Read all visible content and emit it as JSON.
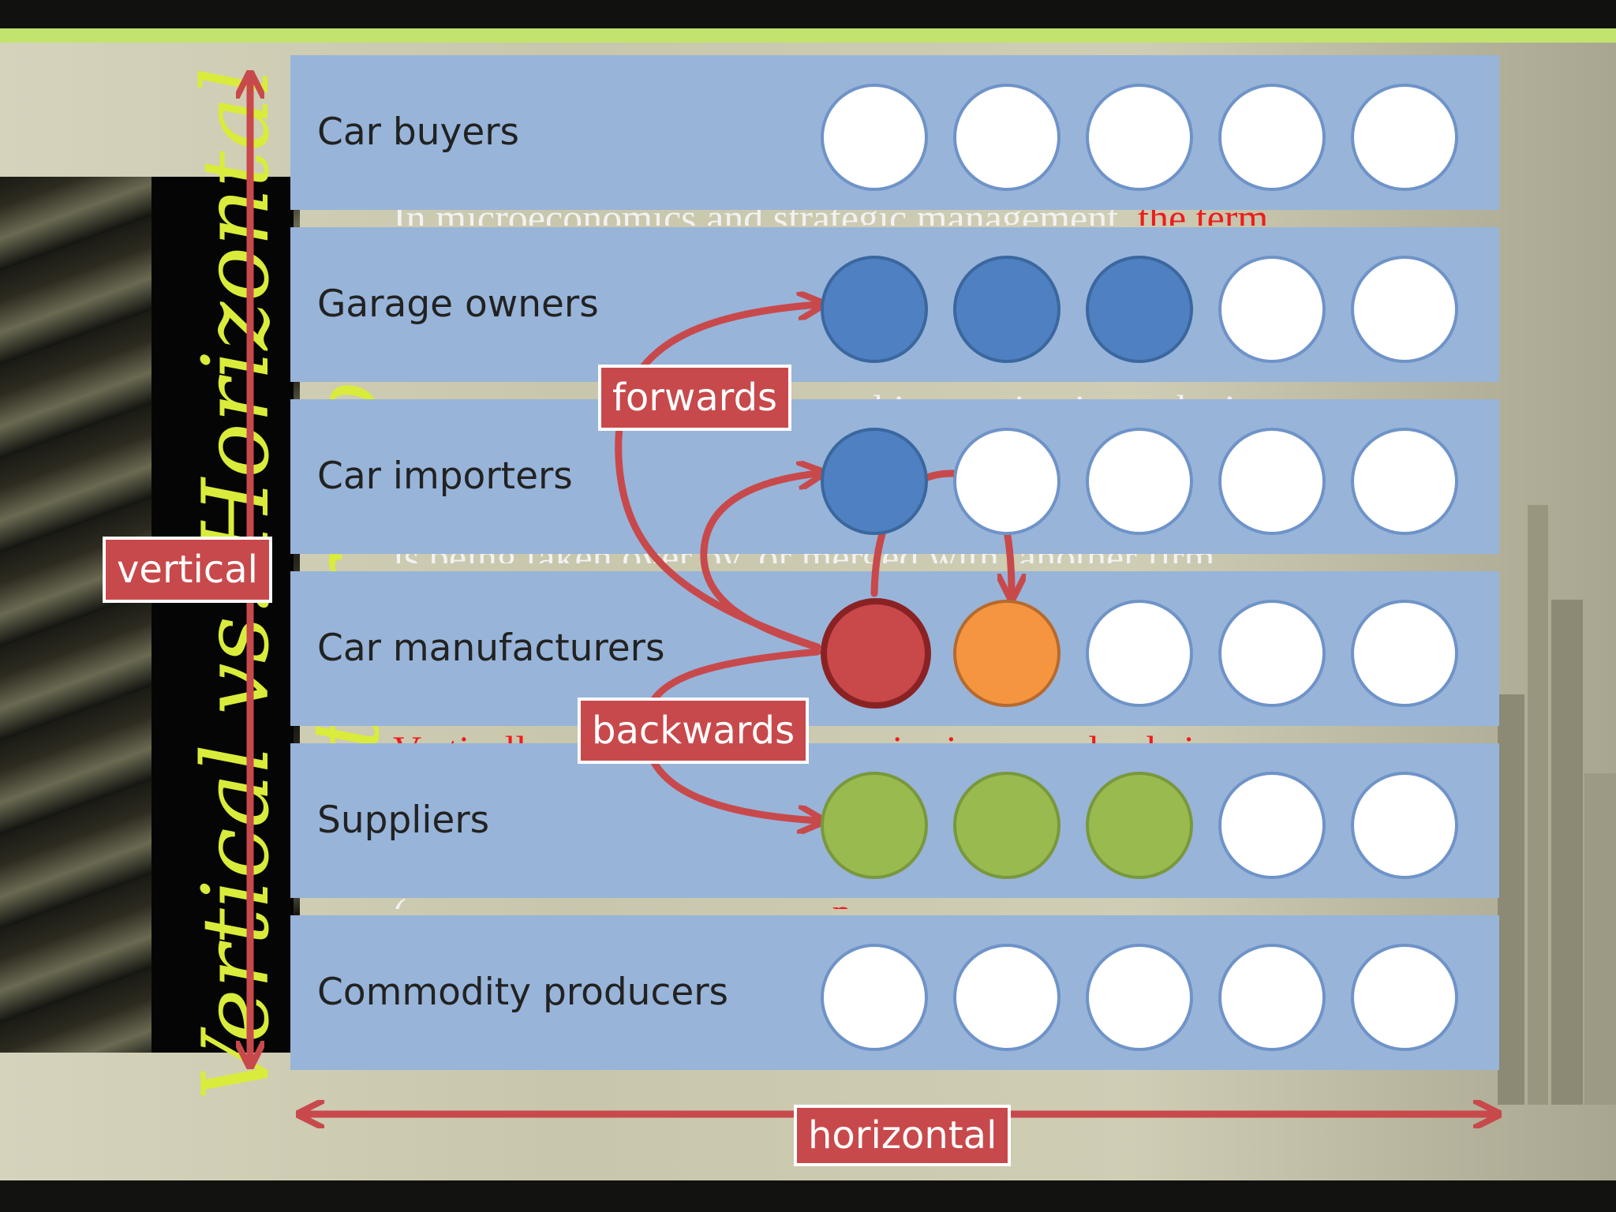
{
  "slide": {
    "title": "Vertical vs. Horizontal Integration",
    "accent_color": "#c2e36e",
    "title_color": "#d9ec3b"
  },
  "background_text": [
    {
      "plain": "In microeconomics and strategic management, ",
      "red": "the term"
    },
    {
      "plain": "",
      "red": "",
      "tail": "ontal integration in marketing"
    },
    {
      "plain": "is being taken over by, or merged with, another firm",
      "red": ""
    },
    {
      "plain": "",
      "red": "Vertically",
      "tail": "companies in a supply chain are"
    },
    {
      "plain": "(",
      "red": "",
      "tail": "p"
    }
  ],
  "diagram": {
    "rows": [
      {
        "label": "Car buyers",
        "circles": [
          "white",
          "white",
          "white",
          "white",
          "white"
        ]
      },
      {
        "label": "Garage owners",
        "circles": [
          "blue",
          "blue",
          "blue",
          "white",
          "white"
        ]
      },
      {
        "label": "Car importers",
        "circles": [
          "blue",
          "white",
          "white",
          "white",
          "white"
        ]
      },
      {
        "label": "Car manufacturers",
        "circles": [
          "red",
          "orange",
          "white",
          "white",
          "white"
        ]
      },
      {
        "label": "Suppliers",
        "circles": [
          "green",
          "green",
          "green",
          "white",
          "white"
        ]
      },
      {
        "label": "Commodity producers",
        "circles": [
          "white",
          "white",
          "white",
          "white",
          "white"
        ]
      }
    ],
    "labels": {
      "forwards": "forwards",
      "backwards": "backwards",
      "vertical": "vertical",
      "horizontal": "horizontal"
    },
    "colors": {
      "band": "#98b4d9",
      "arrow": "#c8494b",
      "blue": "#4f80c2",
      "green": "#98ba4f",
      "red": "#c9484a",
      "orange": "#f6953f"
    }
  }
}
